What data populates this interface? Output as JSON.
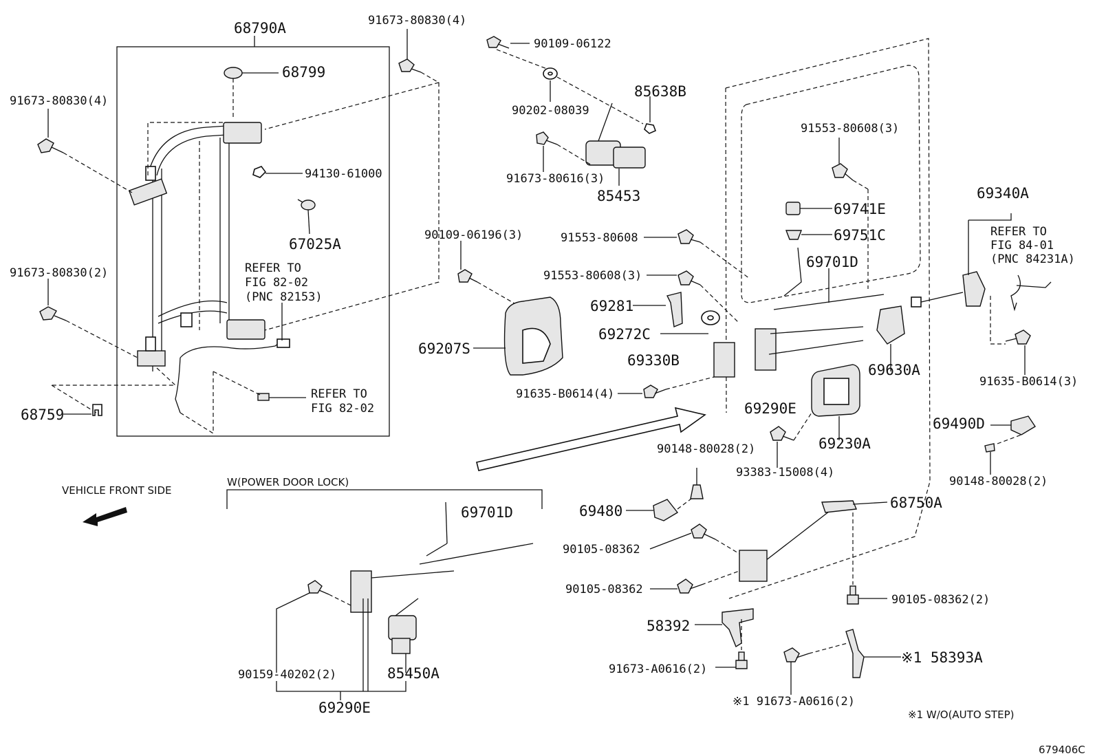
{
  "labels": {
    "l68790A": "68790A",
    "l91673_80830_4a": "91673-80830(4)",
    "l91673_80830_4b": "91673-80830(4)",
    "l68799": "68799",
    "l94130": "94130-61000",
    "l67025A": "67025A",
    "l91673_80830_2": "91673-80830(2)",
    "l68759": "68759",
    "l90109_06122": "90109-06122",
    "l90202": "90202-08039",
    "l85638B": "85638B",
    "l91673_80616": "91673-80616(3)",
    "l85453": "85453",
    "l90109_06196": "90109-06196(3)",
    "l69207S": "69207S",
    "l91553_80608_3a": "91553-80608(3)",
    "l69741E": "69741E",
    "l69751C": "69751C",
    "l91553_80608": "91553-80608",
    "l69701D_a": "69701D",
    "l91553_80608_3b": "91553-80608(3)",
    "l69281": "69281",
    "l69272C": "69272C",
    "l69330B": "69330B",
    "l91635_B0614_4": "91635-B0614(4)",
    "l69290E_a": "69290E",
    "l69630A": "69630A",
    "l69340A": "69340A",
    "l91635_B0614_3": "91635-B0614(3)",
    "l69230A": "69230A",
    "l90148_2a": "90148-80028(2)",
    "l93383": "93383-15008(4)",
    "l69490D": "69490D",
    "l90148_2b": "90148-80028(2)",
    "l69480": "69480",
    "l68750A": "68750A",
    "l90105_a": "90105-08362",
    "l90105_b": "90105-08362",
    "l90105_2": "90105-08362(2)",
    "l58392": "58392",
    "l91673_A0616_2a": "91673-A0616(2)",
    "l91673_A0616_2b": "※1 91673-A0616(2)",
    "l58393A": "※1 58393A",
    "l69701D_b": "69701D",
    "l90159": "90159-40202(2)",
    "l85450A": "85450A",
    "l69290E_b": "69290E"
  },
  "refer_82153": [
    "REFER TO",
    "FIG 82-02",
    "(PNC 82153)"
  ],
  "refer_82_02": [
    "REFER TO",
    "FIG 82-02"
  ],
  "refer_84231A": [
    "REFER TO",
    "FIG 84-01",
    "(PNC 84231A)"
  ],
  "vehicle_front": "VEHICLE FRONT SIDE",
  "power_lock_heading": "W(POWER DOOR LOCK)",
  "footnote": "※1 W/O(AUTO STEP)",
  "diagram_code": "679406C"
}
